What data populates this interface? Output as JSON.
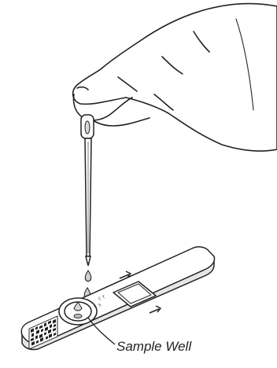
{
  "callout": {
    "label": "Sample Well"
  },
  "device_markings": {
    "line_label_1": "C",
    "line_label_2": "T",
    "side_label_1": "S",
    "side_label_2": "S"
  },
  "colors": {
    "line": "#222222",
    "fill": "#ffffff",
    "shade": "#d9d9d9",
    "drop": "#cfcfcf"
  },
  "icons": {
    "hand": "gloved-hand-icon",
    "dropper": "dropper-icon",
    "cassette": "test-cassette-icon",
    "qr": "qr-code-icon"
  }
}
